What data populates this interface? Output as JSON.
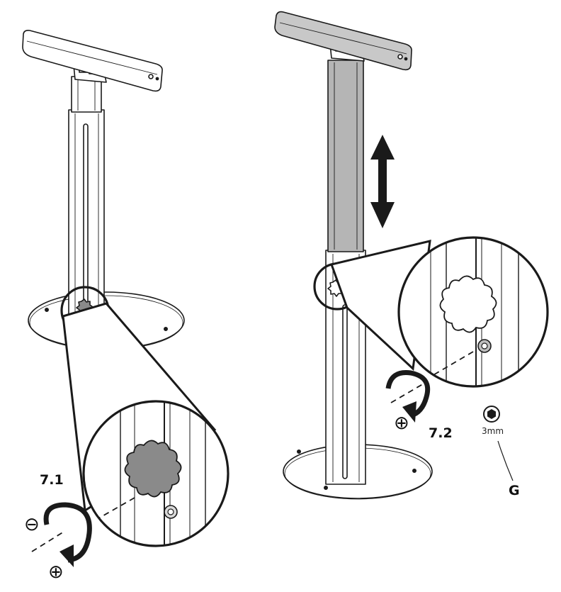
{
  "steps": {
    "left_label": "7.1",
    "right_label": "7.2"
  },
  "signs": {
    "minus": "⊖",
    "plus_left": "⊕",
    "plus_right": "⊕"
  },
  "tool": {
    "size_label": "3mm",
    "part_label": "G",
    "icon": "hex-key-icon"
  },
  "icons": [
    "rotation-arrow-icon",
    "up-down-arrow-icon",
    "knob-icon",
    "hex-key-icon"
  ],
  "colors": {
    "line": "#1a1a1a",
    "knob_fill": "#8a8a8a",
    "raised_column_fill": "#b5b5b5",
    "tablet_fill": "#c8c8c8"
  }
}
